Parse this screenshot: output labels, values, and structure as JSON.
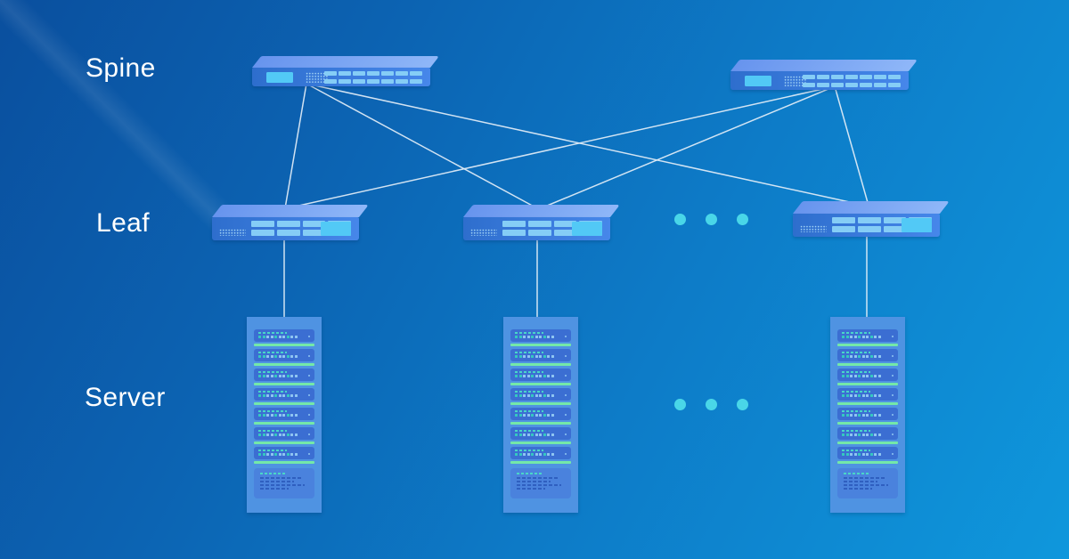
{
  "labels": {
    "spine": "Spine",
    "leaf": "Leaf",
    "server": "Server"
  },
  "colors": {
    "bg-start": "#0a4f9e",
    "bg-mid1": "#0c63b2",
    "bg-mid2": "#0d7cc8",
    "bg-end": "#0f97dc",
    "label-text": "#ffffff",
    "link-line": "#e3eef8",
    "switch-top-1": "#6794ee",
    "switch-top-2": "#8fb7f8",
    "switch-front-1": "#2e6ecd",
    "switch-front-2": "#4687ea",
    "switch-screen": "#52c9f6",
    "switch-port": "#85cdf6",
    "switch-vent": "#a8d8f7",
    "rack-body": "#4f93e2",
    "server-unit": "#3b6ed2",
    "server-line": "#74e8a8",
    "server-dash": "#49d6c8",
    "led-teal": "#35c9c0",
    "led-blue": "#8fc6f2",
    "panel-body": "#4a82dd",
    "panel-text": "#2f5fc0",
    "ellipsis-dot": "#49d6e8"
  },
  "switch": {
    "spine_port_cols": 7,
    "leaf_port_cols": 4,
    "port_rows": 2
  },
  "rack": {
    "unit_count": 7,
    "led_pattern": [
      "t",
      "t",
      "l",
      "l",
      "t",
      "l",
      "l",
      "t",
      "l",
      "l"
    ],
    "panel_line_widths": [
      88,
      70,
      92,
      60
    ]
  },
  "diagram": {
    "type": "spine-leaf-network-topology",
    "tiers": [
      {
        "name": "Spine",
        "nodes": [
          "spine-switch-1",
          "spine-switch-2"
        ]
      },
      {
        "name": "Leaf",
        "nodes": [
          "leaf-switch-1",
          "leaf-switch-2",
          "leaf-switch-3"
        ],
        "ellipsis": true
      },
      {
        "name": "Server",
        "nodes": [
          "server-rack-1",
          "server-rack-2",
          "server-rack-3"
        ],
        "ellipsis": true
      }
    ],
    "connections": [
      {
        "from": "spine-switch-1",
        "to": "leaf-switch-1"
      },
      {
        "from": "spine-switch-1",
        "to": "leaf-switch-2"
      },
      {
        "from": "spine-switch-1",
        "to": "leaf-switch-3"
      },
      {
        "from": "spine-switch-2",
        "to": "leaf-switch-1"
      },
      {
        "from": "spine-switch-2",
        "to": "leaf-switch-2"
      },
      {
        "from": "spine-switch-2",
        "to": "leaf-switch-3"
      },
      {
        "from": "leaf-switch-1",
        "to": "server-rack-1"
      },
      {
        "from": "leaf-switch-2",
        "to": "server-rack-2"
      },
      {
        "from": "leaf-switch-3",
        "to": "server-rack-3"
      }
    ]
  }
}
